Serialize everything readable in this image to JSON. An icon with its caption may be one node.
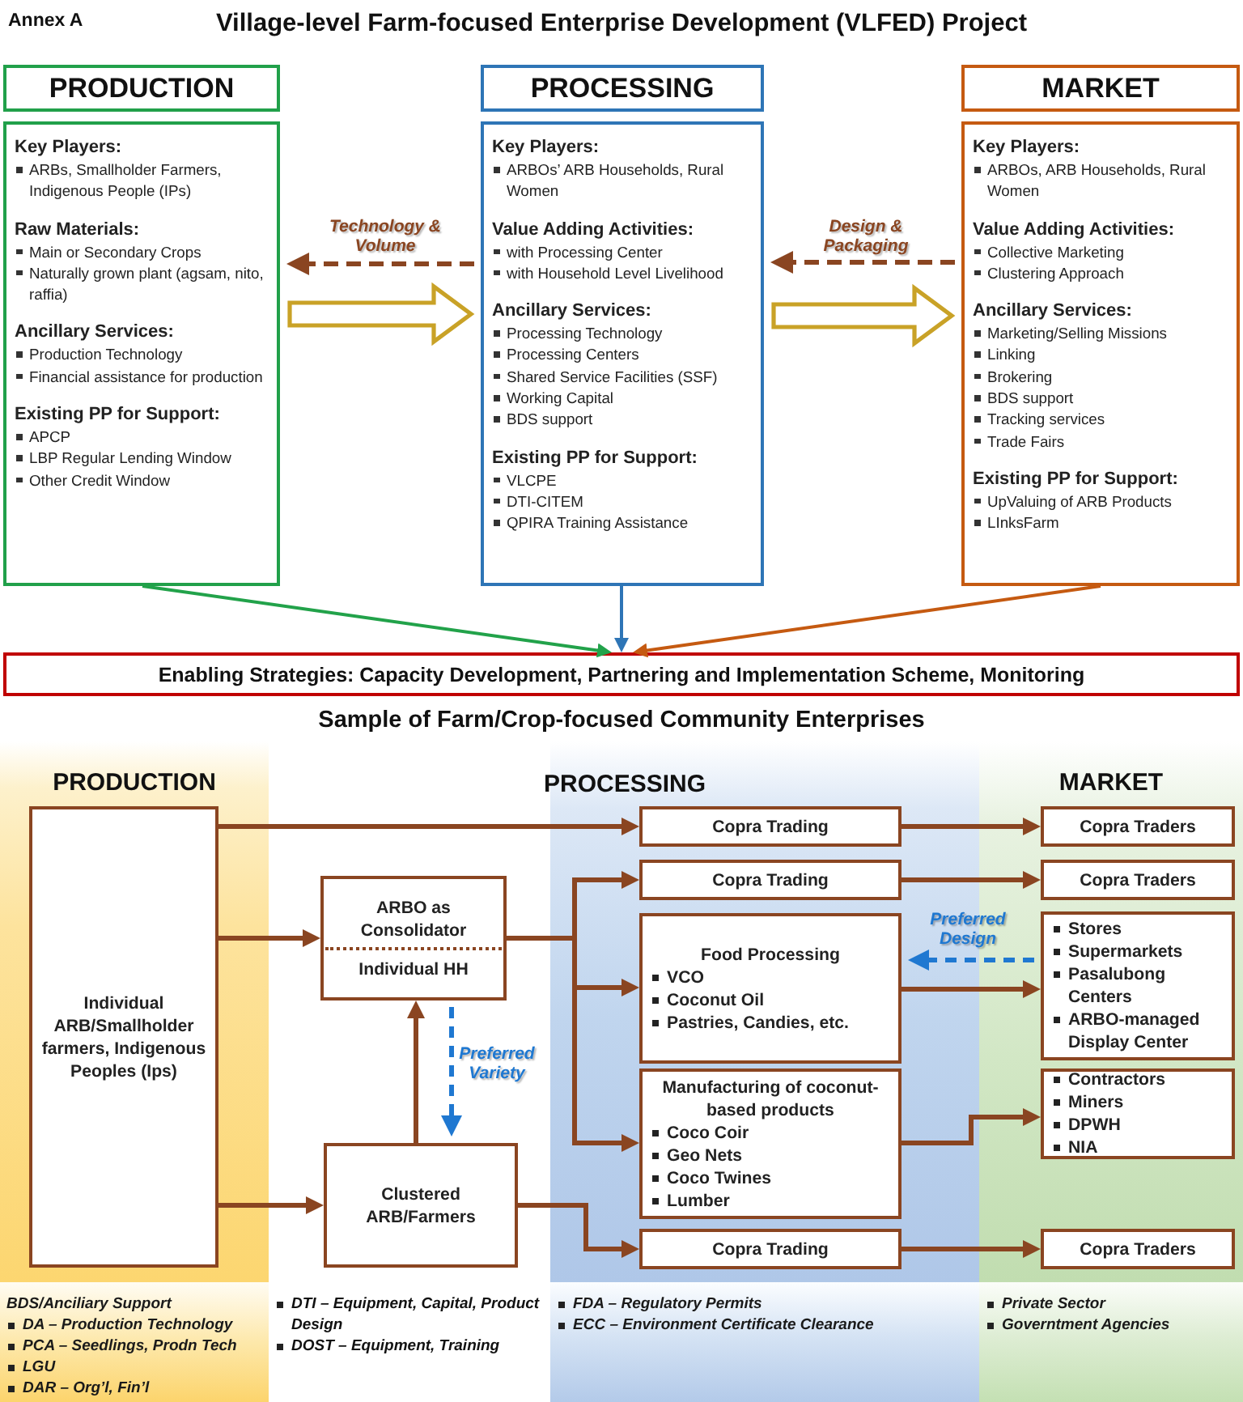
{
  "diagram": {
    "title": "Village-level Farm-focused Enterprise Development (VLFED) Project",
    "nodes": [
      {
        "text": [
          "PRODUCTION"
        ]
      },
      {
        "text": [
          "Key Players:",
          "ARBs, Smallholder Farmers, Indigenous People (IPs)",
          "Raw Materials:",
          "Main or Secondary Crops",
          "Naturally grown plant (agsam, nito, raffia)",
          "Ancillary Services:",
          "Production Technology",
          "Financial assistance for production",
          "Existing PP for Support:",
          "APCP",
          "LBP Regular Lending Window",
          "Other Credit Window"
        ]
      },
      {
        "text": [
          "PROCESSING"
        ]
      },
      {
        "text": [
          "Key Players:",
          "ARBOs’ ARB Households, Rural Women",
          "Value Adding Activities:",
          "with Processing Center",
          "with Household Level Livelihood",
          "Ancillary Services:",
          "Processing Technology",
          "Processing Centers",
          "Shared Service Facilities (SSF)",
          "Working Capital",
          "BDS support",
          "Existing PP for Support:",
          "VLCPE",
          "DTI-CITEM",
          "QPIRA Training Assistance"
        ]
      },
      {
        "text": [
          "MARKET"
        ]
      },
      {
        "text": [
          "Key Players:",
          "ARBOs, ARB Households, Rural Women",
          "Value Adding Activities:",
          "Collective Marketing",
          "Clustering Approach",
          "Ancillary Services:",
          "Marketing/Selling Missions",
          "Linking",
          "Brokering",
          "BDS support",
          "Tracking services",
          "Trade Fairs",
          "Existing PP for Support:",
          "UpValuing of ARB Products",
          "LInksFarm"
        ]
      },
      {
        "text": [
          "Enabling Strategies: Capacity Development, Partnering and Implementation Scheme, Monitoring"
        ]
      },
      {
        "text": [
          "PRODUCTION",
          "BDS/Anciliary Support",
          "DA – Production Technology",
          "PCA – Seedlings, Prodn Tech",
          "LGU",
          "DAR – Org’l, Fin’l"
        ]
      },
      {
        "text": [
          "Individual ARB/Smallholder farmers, Indigenous Peoples (Ips)"
        ],
        "in": 7
      },
      {
        "text": [
          "ARBO as Consolidator",
          "Individual HH"
        ]
      },
      {
        "text": [
          "Clustered ARB/Farmers"
        ]
      },
      {
        "text": [
          "FDA – Regulatory Permits",
          "ECC – Environment Certificate Clearance"
        ]
      },
      {
        "text": [
          "Copra Trading"
        ],
        "in": 11
      },
      {
        "text": [
          "Copra Trading"
        ],
        "in": 11
      },
      {
        "text": [
          "Food Processing",
          "VCO",
          "Coconut Oil",
          "Pastries, Candies, etc."
        ],
        "in": 11
      },
      {
        "text": [
          "Manufacturing of coconut-based products",
          "Coco Coir",
          "Geo Nets",
          "Coco Twines",
          "Lumber"
        ],
        "in": 11
      },
      {
        "text": [
          "Copra Trading"
        ],
        "in": 11
      },
      {
        "text": [
          "MARKET",
          "Private Sector",
          "Governtment Agencies"
        ]
      },
      {
        "text": [
          "Copra Traders"
        ],
        "in": 17
      },
      {
        "text": [
          "Copra Traders"
        ],
        "in": 17
      },
      {
        "text": [
          "Stores",
          "Supermarkets",
          "Pasalubong Centers",
          "ARBO-managed Display Center"
        ],
        "in": 17
      },
      {
        "text": [
          "Contractors",
          "Miners",
          "DPWH",
          "NIA"
        ],
        "in": 17
      },
      {
        "text": [
          "Copra Traders"
        ],
        "in": 17
      }
    ],
    "edges": [
      {
        "from": 3,
        "to": 1,
        "arrow": "to",
        "style": "dashed",
        "label": "Technology & Volume"
      },
      {
        "from": 1,
        "to": 3,
        "arrow": "to",
        "style": "thick",
        "color": "#c9a227"
      },
      {
        "from": 5,
        "to": 3,
        "arrow": "to",
        "style": "dashed",
        "label": "Design & Packaging"
      },
      {
        "from": 3,
        "to": 5,
        "arrow": "to",
        "style": "thick",
        "color": "#c9a227"
      },
      {
        "from": 1,
        "to": 6,
        "arrow": "to",
        "color": "#22a24a"
      },
      {
        "from": 3,
        "to": 6,
        "arrow": "to",
        "color": "#2e75b6"
      },
      {
        "from": 5,
        "to": 6,
        "arrow": "to",
        "color": "#c55a11"
      },
      {
        "from": 8,
        "to": 12,
        "arrow": "to"
      },
      {
        "from": 8,
        "to": 9,
        "arrow": "to"
      },
      {
        "from": 8,
        "to": 10,
        "arrow": "to"
      },
      {
        "from": 9,
        "to": 13,
        "arrow": "to"
      },
      {
        "from": 9,
        "to": 14,
        "arrow": "to"
      },
      {
        "from": 9,
        "to": 15,
        "arrow": "to"
      },
      {
        "from": 10,
        "to": 9,
        "arrow": "to"
      },
      {
        "from": 9,
        "to": 10,
        "arrow": "to",
        "style": "dashed",
        "color": "#1f78d1",
        "label": "Preferred Variety"
      },
      {
        "from": 10,
        "to": 16,
        "arrow": "to"
      },
      {
        "from": 12,
        "to": 18,
        "arrow": "to"
      },
      {
        "from": 13,
        "to": 19,
        "arrow": "to"
      },
      {
        "from": 14,
        "to": 20,
        "arrow": "to"
      },
      {
        "from": 20,
        "to": 14,
        "arrow": "to",
        "style": "dashed",
        "color": "#1f78d1",
        "label": "Preferred Design"
      },
      {
        "from": 15,
        "to": 21,
        "arrow": "to"
      },
      {
        "from": 16,
        "to": 22,
        "arrow": "to"
      }
    ],
    "labels": [
      "Annex A",
      "Sample of Farm/Crop-focused Community Enterprises",
      "PROCESSING",
      "DTI – Equipment, Capital, Product Design",
      "DOST – Equipment, Training"
    ]
  }
}
